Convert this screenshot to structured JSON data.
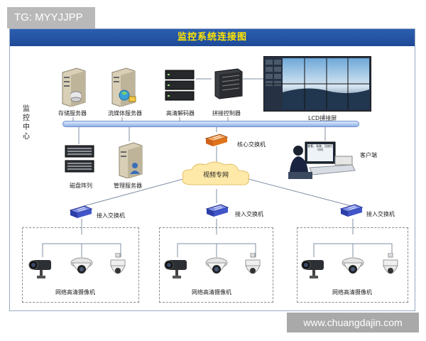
{
  "tag": "TG: MYYJJPP",
  "title": "监控系统连接图",
  "vertical_label": "监控中心",
  "servers": {
    "storage": "存储服务器",
    "streaming": "流媒体服务器",
    "decoder": "高清解码器",
    "splice_controller": "拼接控制器",
    "lcd_wall": "LCD拼接屏"
  },
  "core_switch": "核心交换机",
  "client": "客户端",
  "client_screen": "查看、录像、回放打印机",
  "disk_array": "磁盘阵列",
  "mgmt_server": "管理服务器",
  "video_network": "视频专网",
  "access_switches": [
    "接入交换机",
    "接入交换机",
    "接入交换机"
  ],
  "camera_groups": [
    "网络高清摄像机",
    "网络高清摄像机",
    "网络高清摄像机"
  ],
  "watermark": "www.chuangdajin.com",
  "colors": {
    "title_bar": "#2457a8",
    "title_text": "#ffe600",
    "bus": "#a9c4ee",
    "switch_core": "#e0741c",
    "switch_access": "#3f55c8",
    "cloud": "#ffe9a8"
  }
}
